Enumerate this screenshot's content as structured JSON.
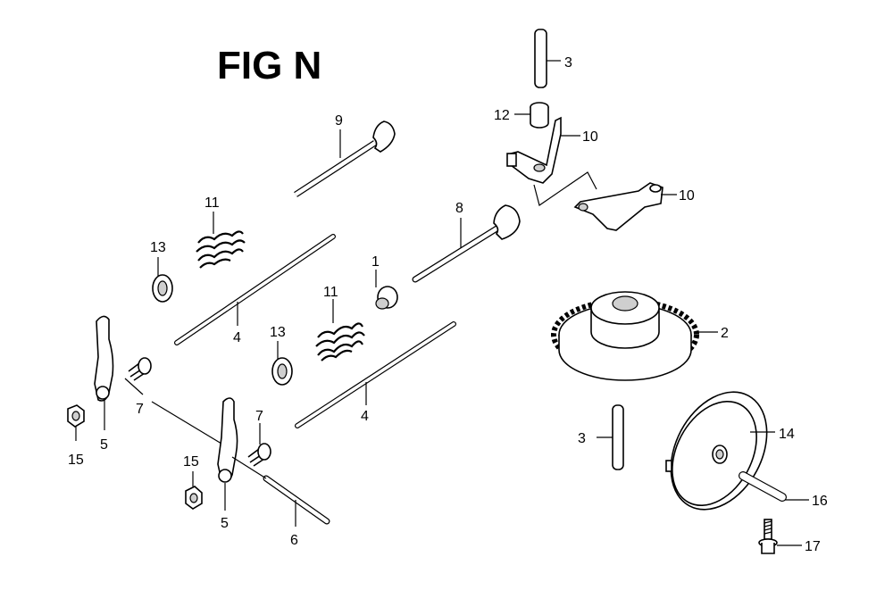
{
  "title": "FIG N",
  "callouts": {
    "c1": "1",
    "c2": "2",
    "c3a": "3",
    "c3b": "3",
    "c4a": "4",
    "c4b": "4",
    "c5a": "5",
    "c5b": "5",
    "c6": "6",
    "c7a": "7",
    "c7b": "7",
    "c8": "8",
    "c9": "9",
    "c10a": "10",
    "c10b": "10",
    "c11a": "11",
    "c11b": "11",
    "c12": "12",
    "c13a": "13",
    "c13b": "13",
    "c14": "14",
    "c15a": "15",
    "c15b": "15",
    "c16": "16",
    "c17": "17"
  }
}
